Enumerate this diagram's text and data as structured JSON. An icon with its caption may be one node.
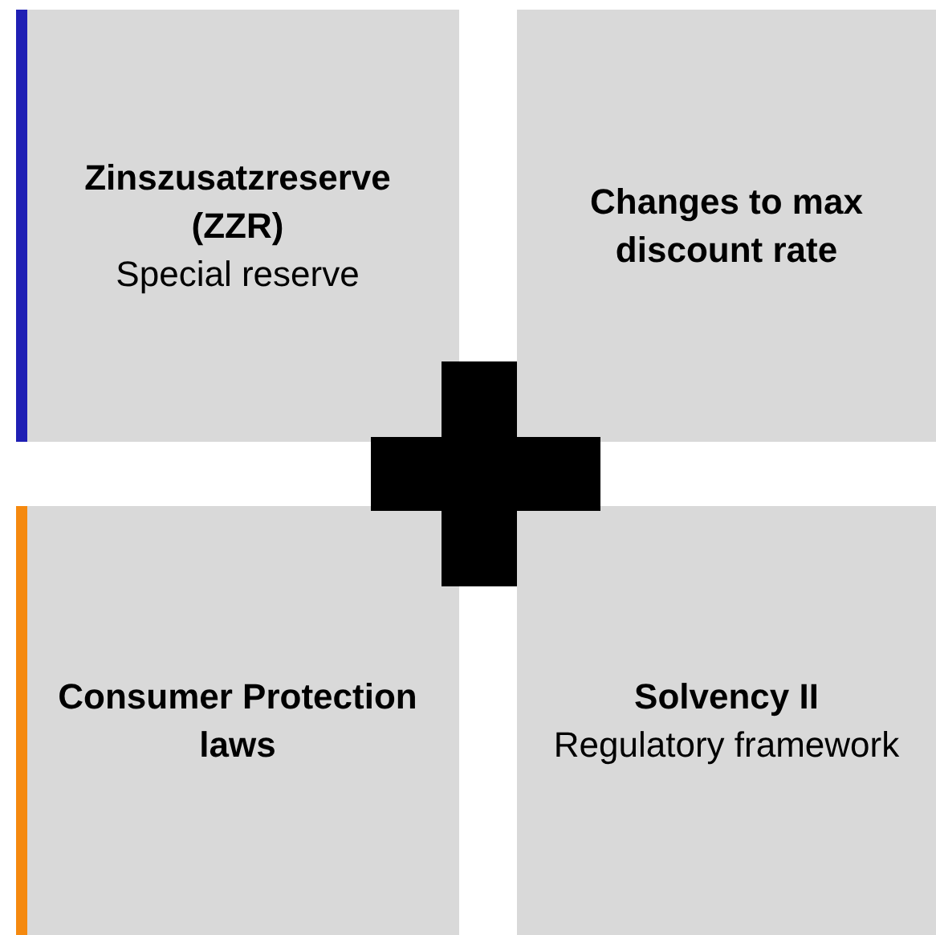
{
  "diagram": {
    "nodes": [
      {
        "text": [
          "Zinszusatzreserve (ZZR)",
          "Special reserve"
        ]
      },
      {
        "text": [
          "Changes to max discount rate"
        ]
      },
      {
        "text": [
          "Consumer Protection laws"
        ]
      },
      {
        "text": [
          "Solvency II",
          "Regulatory framework"
        ]
      }
    ],
    "edges": []
  }
}
